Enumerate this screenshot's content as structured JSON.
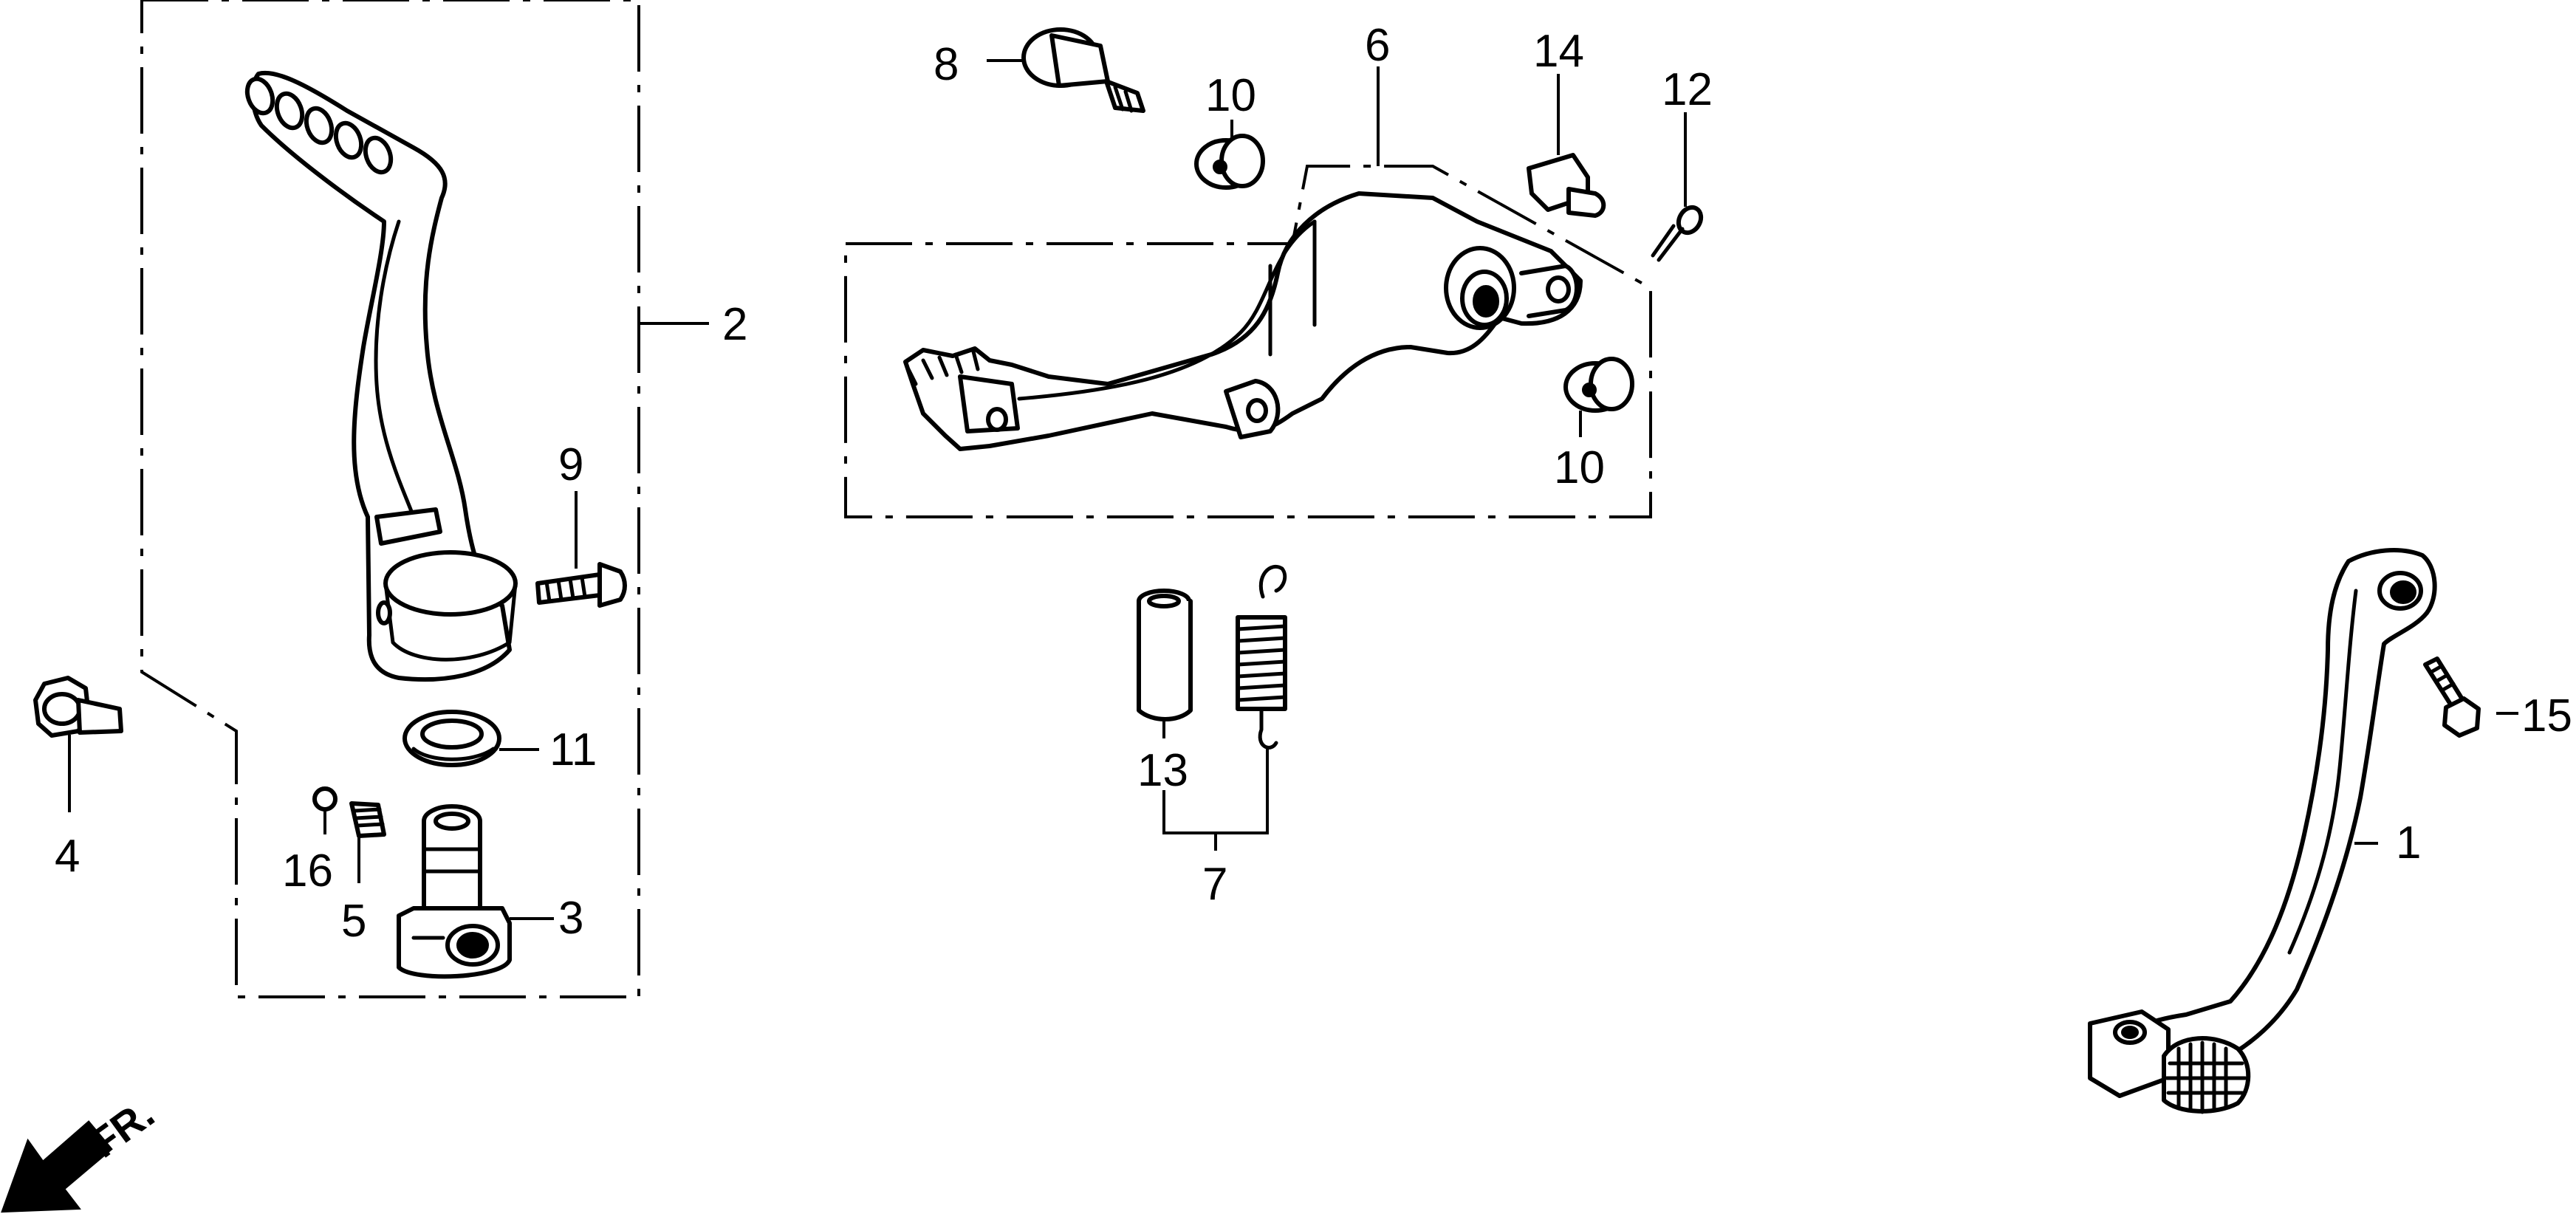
{
  "diagram": {
    "callouts": {
      "c1": "1",
      "c2": "2",
      "c3": "3",
      "c4": "4",
      "c5": "5",
      "c6": "6",
      "c7": "7",
      "c8": "8",
      "c9": "9",
      "c10a": "10",
      "c10b": "10",
      "c11": "11",
      "c12": "12",
      "c13": "13",
      "c14": "14",
      "c15": "15",
      "c16": "16"
    },
    "direction": {
      "label": "FR.",
      "icon": "front-direction-arrow-icon"
    },
    "colors": {
      "ink": "#000000",
      "paper": "#ffffff"
    }
  }
}
